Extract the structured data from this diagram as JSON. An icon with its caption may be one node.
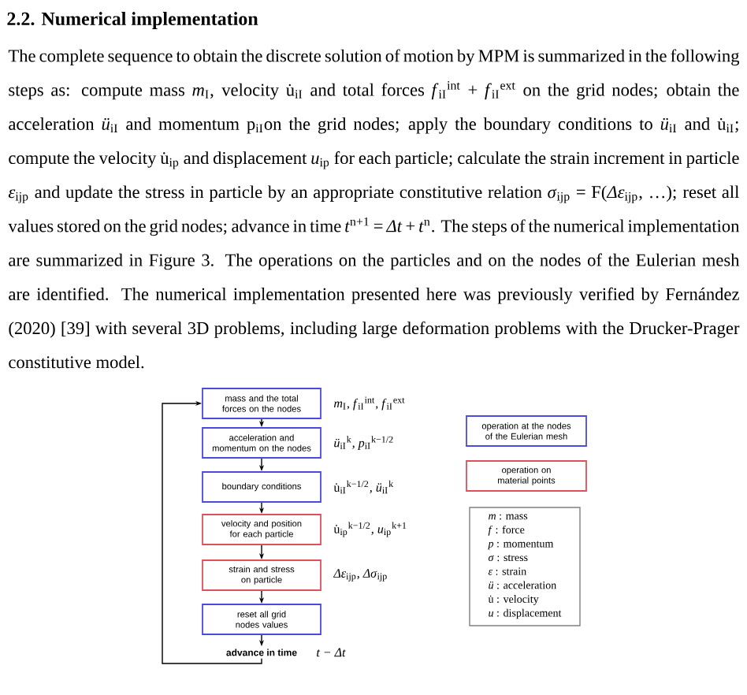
{
  "diagram": {
    "title": "2.2. Numerical implementation",
    "nodes": [
      {
        "text": [
          "mass and the total forces on the nodes"
        ],
        "beside": [
          "*m*$_{I}$, *f*$_{iI}$$^{int}$, *f*$_{iI}$$^{ext}$"
        ]
      },
      {
        "text": [
          "acceleration and momentum on the nodes"
        ],
        "beside": [
          "*ü*$_{iI}$$^{k}$, *p*$_{iI}$$^{k−1/2}$"
        ]
      },
      {
        "text": [
          "boundary conditions"
        ],
        "beside": [
          "u̇$_{iI}$$^{k−1/2}$, *ü*$_{iI}$$^{k}$"
        ]
      },
      {
        "text": [
          "velocity and position for each particle"
        ],
        "beside": [
          "u̇$_{ip}$$^{k−1/2}$, *u*$_{ip}$$^{k+1}$"
        ]
      },
      {
        "text": [
          "strain and stress on particle"
        ],
        "beside": [
          "*Δε*$_{ijp}$, *Δσ*$_{ijp}$"
        ]
      },
      {
        "text": [
          "reset all grid nodes values"
        ]
      },
      {
        "text": [
          "advance in time"
        ],
        "beside": [
          "*t − Δt*"
        ]
      },
      {
        "text": [
          "*m* : mass",
          "*f* : force",
          "*p* : momentum",
          "*σ* : stress",
          "*ε* : strain",
          "*ü* : acceleration",
          "u̇ : velocity",
          "*u* : displacement"
        ]
      }
    ],
    "edges": [
      {
        "from": 0,
        "to": 1,
        "arrow": "to"
      },
      {
        "from": 1,
        "to": 2,
        "arrow": "to"
      },
      {
        "from": 2,
        "to": 3,
        "arrow": "to"
      },
      {
        "from": 3,
        "to": 4,
        "arrow": "to"
      },
      {
        "from": 4,
        "to": 5,
        "arrow": "to"
      },
      {
        "from": 5,
        "to": 6,
        "arrow": "to"
      },
      {
        "from": 6,
        "to": 0,
        "arrow": "to"
      }
    ],
    "labels": [
      "The complete sequence to obtain the discrete solution of motion by MPM is summarized in the following steps as: compute mass *m*$_{I}$, velocity u̇$_{iI}$ and total forces *f*$_{iI}$$^{int}$ + *f*$_{iI}$$^{ext}$ on the grid nodes; obtain the acceleration *ü*$_{iI}$ and momentum p$_{iI}$on the grid nodes; apply the boundary conditions to *ü*$_{iI}$ and u̇$_{iI}$; compute the velocity u̇$_{ip}$ and displacement *u*$_{ip}$ for each particle; calculate the strain increment in particle *ε*$_{ijp}$ and update the stress in particle by an appropriate constitutive relation *σ*$_{ijp}$ = F(*Δε*$_{ijp}$, …); reset all values stored on the grid nodes; advance in time *t*$^{n+1}$ = *Δt* + *t*$^{n}$. The steps of the numerical implementation are summarized in Figure 3. The operations on the particles and on the nodes of the Eulerian mesh are identified. The numerical implementation presented here was previously verified by Fernández (2020) [39] with several 3D problems, including large deformation problems with the Drucker-Prager constitutive model."
    ],
    "legend": [
      {
        "text": "operation at the nodes of the Eulerian mesh",
        "color": "#4a4ae0"
      },
      {
        "text": "operation on material points",
        "color": "#e0505a"
      }
    ]
  }
}
